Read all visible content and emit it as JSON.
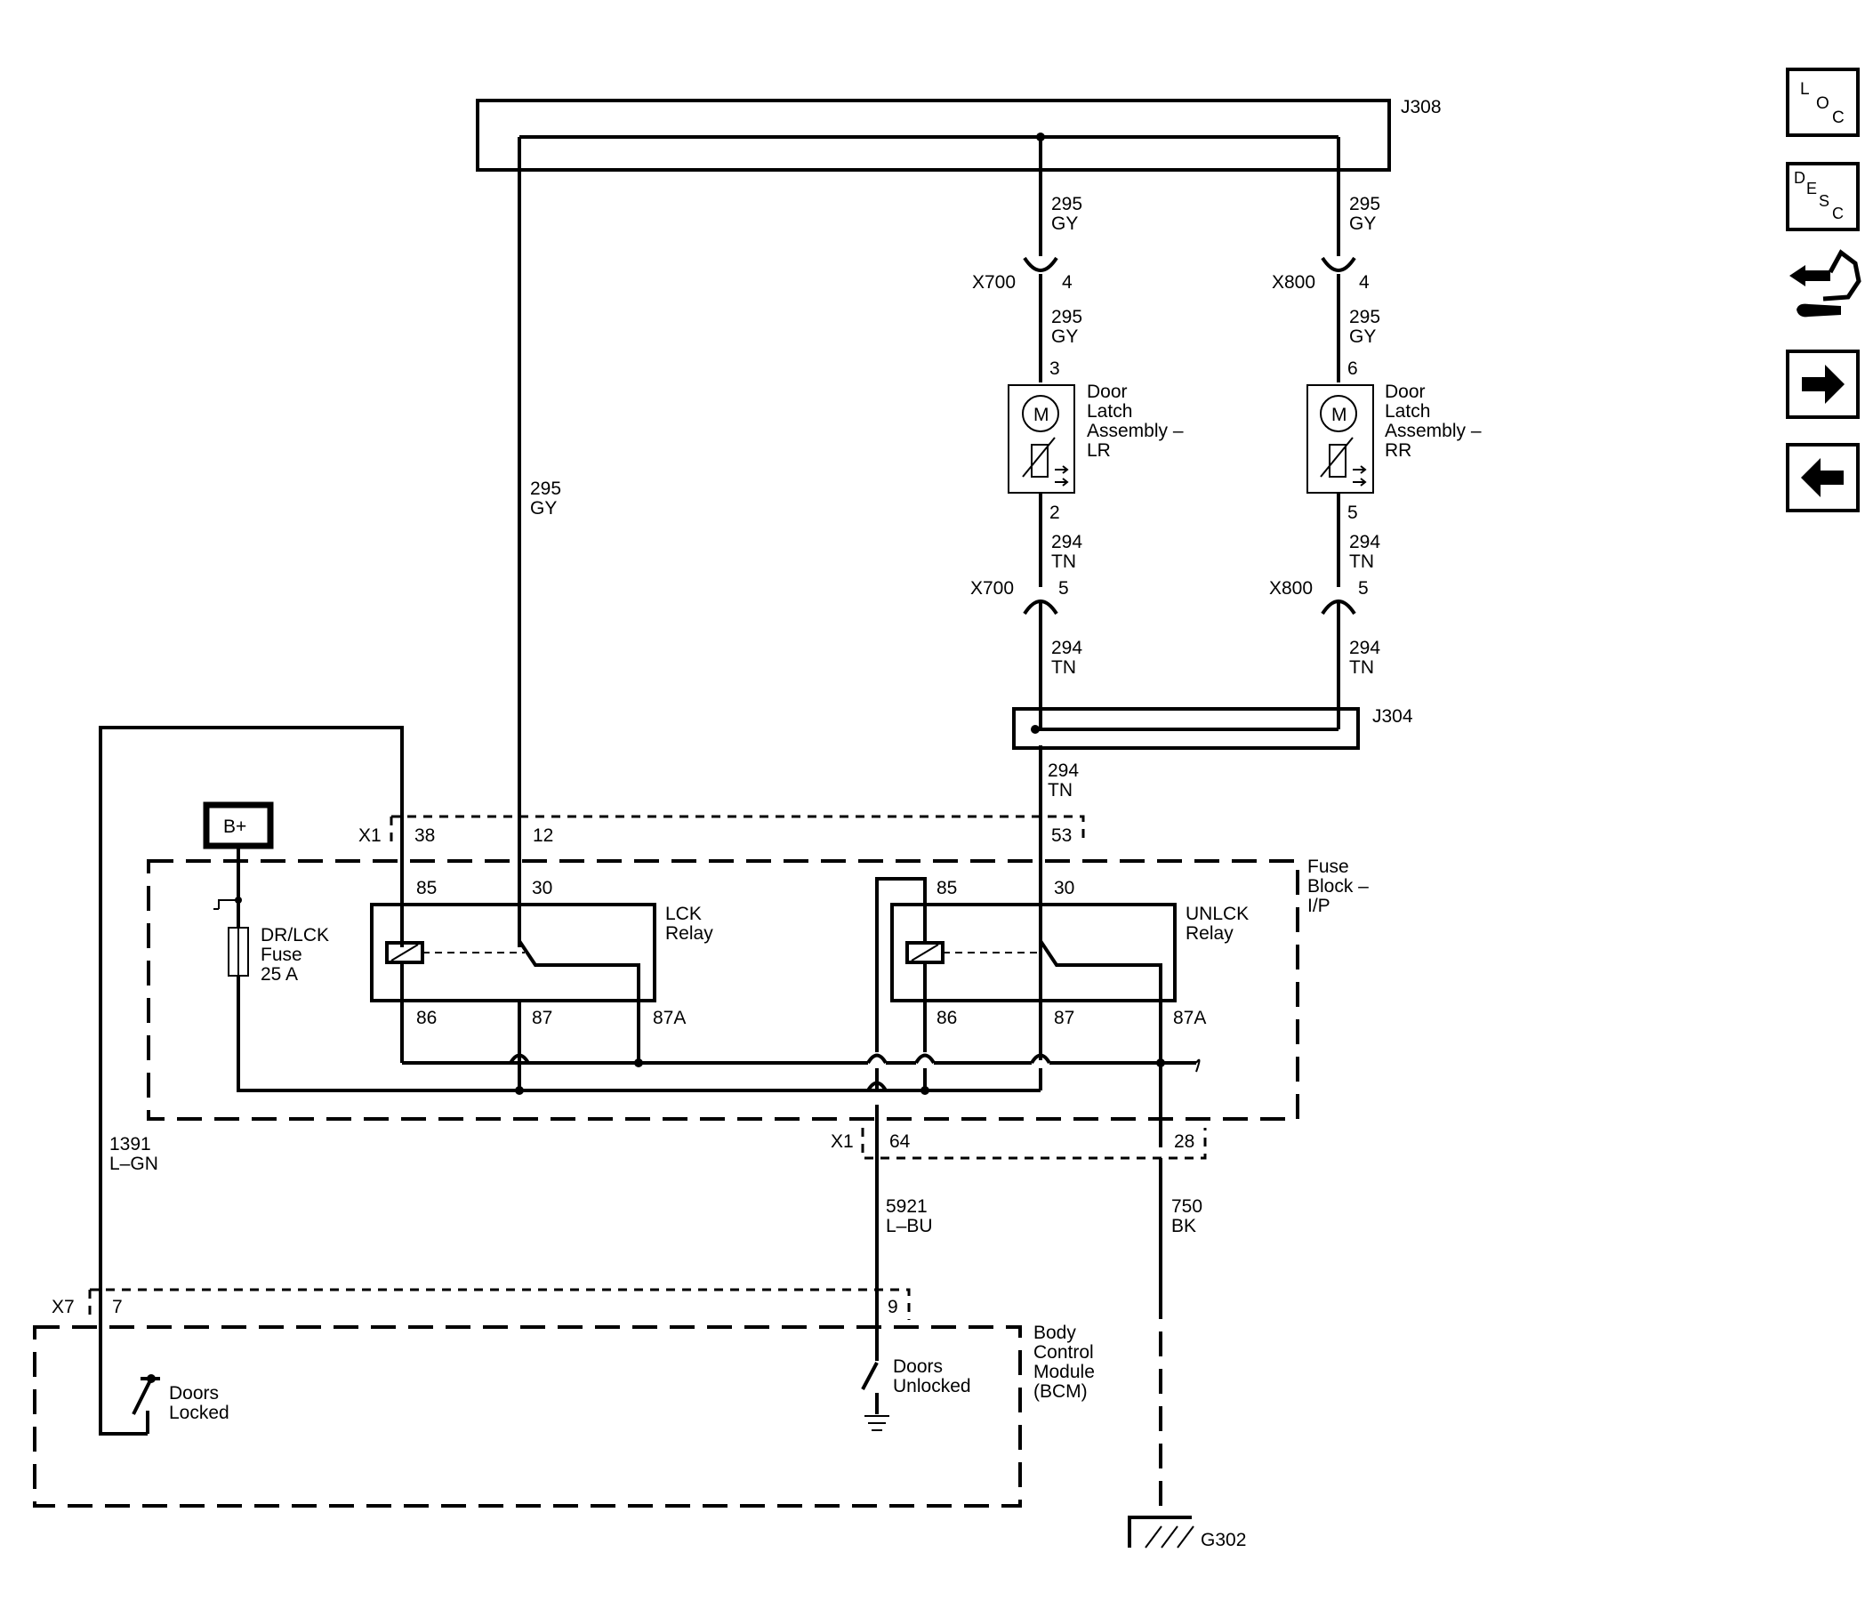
{
  "splices": {
    "top": "J308",
    "bottom": "J304"
  },
  "wires": {
    "gy_label_num": "295",
    "gy_label_color": "GY",
    "tn_label_num": "294",
    "tn_label_color": "TN",
    "lgn_num": "1391",
    "lgn_color": "L–GN",
    "lbu_num": "5921",
    "lbu_color": "L–BU",
    "bk_num": "750",
    "bk_color": "BK"
  },
  "connectors": {
    "x700": "X700",
    "x800": "X800",
    "x700_top_pin": "4",
    "x700_bot_pin": "5",
    "x800_top_pin": "4",
    "x800_bot_pin": "5",
    "x1": "X1",
    "x7": "X7",
    "x1_pin_38": "38",
    "x1_pin_12": "12",
    "x1_pin_53": "53",
    "x1_pin_64": "64",
    "x1_pin_28": "28",
    "x7_pin_7": "7",
    "x7_pin_9": "9"
  },
  "latch_lr": {
    "pin_top": "3",
    "pin_bot": "2",
    "motor": "M",
    "line1": "Door",
    "line2": "Latch",
    "line3": "Assembly –",
    "line4": "LR"
  },
  "latch_rr": {
    "pin_top": "6",
    "pin_bot": "5",
    "motor": "M",
    "line1": "Door",
    "line2": "Latch",
    "line3": "Assembly –",
    "line4": "RR"
  },
  "fuse_block": {
    "line1": "Fuse",
    "line2": "Block –",
    "line3": "I/P"
  },
  "battery": "B+",
  "fuse": {
    "line1": "DR/LCK",
    "line2": "Fuse",
    "line3": "25 A"
  },
  "lck_relay": {
    "line1": "LCK",
    "line2": "Relay",
    "p85": "85",
    "p30": "30",
    "p86": "86",
    "p87": "87",
    "p87a": "87A"
  },
  "unlck_relay": {
    "line1": "UNLCK",
    "line2": "Relay",
    "p85": "85",
    "p30": "30",
    "p86": "86",
    "p87": "87",
    "p87a": "87A"
  },
  "bcm": {
    "line1": "Body",
    "line2": "Control",
    "line3": "Module",
    "line4": "(BCM)",
    "locked_line1": "Doors",
    "locked_line2": "Locked",
    "unlocked_line1": "Doors",
    "unlocked_line2": "Unlocked"
  },
  "ground": "G302",
  "nav_buttons": {
    "loc": [
      "L",
      "O",
      "C"
    ],
    "desc": [
      "D",
      "E",
      "S",
      "C"
    ]
  }
}
